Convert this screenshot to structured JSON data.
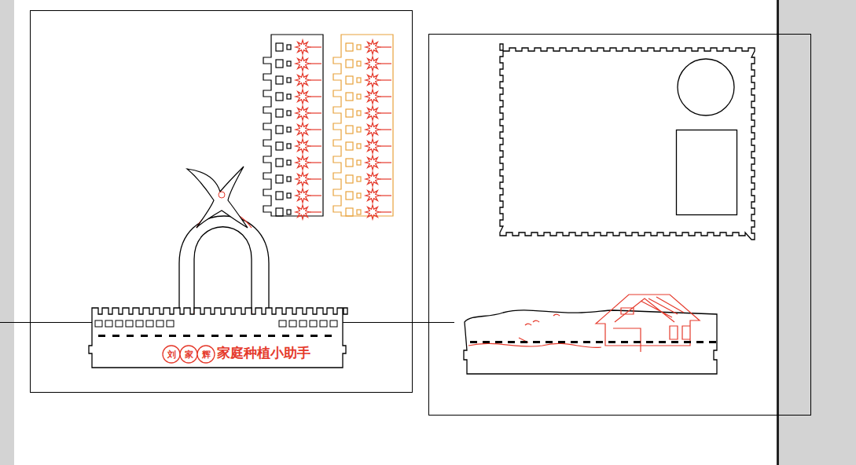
{
  "diagram": {
    "nodes": [
      {
        "text": [
          "刘"
        ]
      },
      {
        "text": [
          "家"
        ]
      },
      {
        "text": [
          "辉"
        ]
      }
    ],
    "labels": [
      "家庭种植小助手"
    ]
  }
}
